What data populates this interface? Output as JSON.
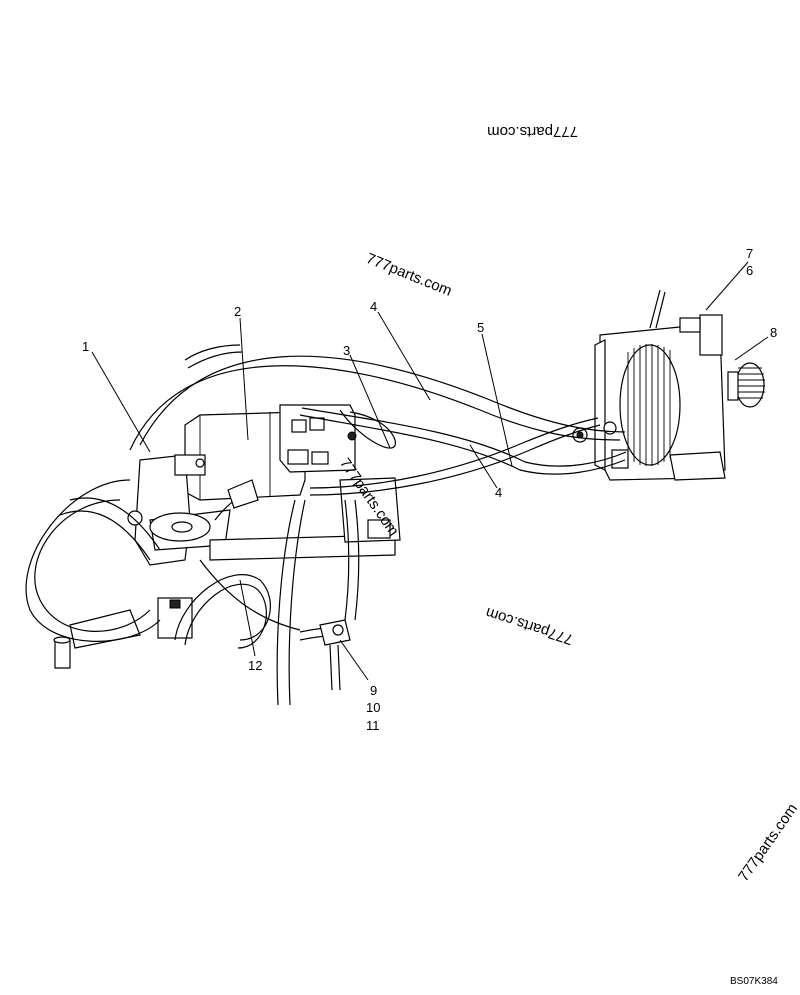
{
  "callouts": {
    "c1": "1",
    "c2": "2",
    "c3": "3",
    "c4a": "4",
    "c4b": "4",
    "c5": "5",
    "c6": "6",
    "c7": "7",
    "c8": "8",
    "c9": "9",
    "c10": "10",
    "c11": "11",
    "c12": "12"
  },
  "watermarks": {
    "w1": "777parts.com",
    "w2": "777parts.com",
    "w3": "777parts.com",
    "w4": "777parts.com",
    "w5": "777parts.com"
  },
  "drawing_code": "BS07K384"
}
